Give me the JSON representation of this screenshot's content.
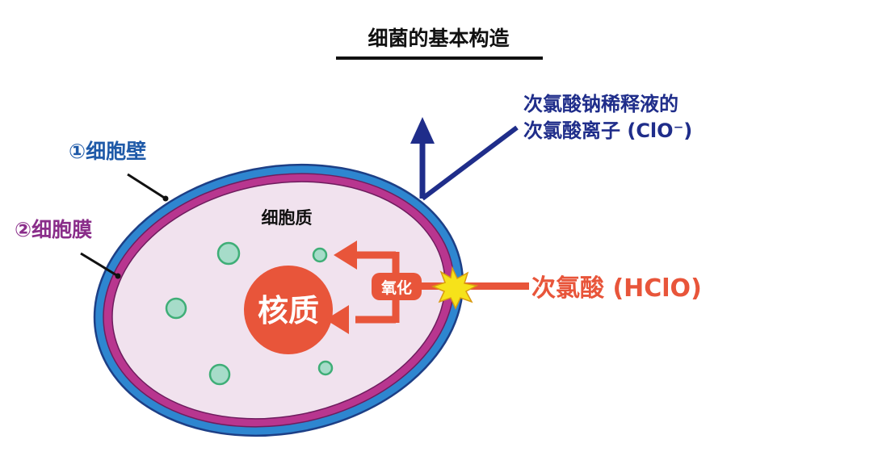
{
  "title": "细菌的基本构造",
  "labels": {
    "cell_wall": "①细胞壁",
    "cell_membrane": "②细胞膜",
    "cytoplasm": "细胞质",
    "nucleus": "核质",
    "oxidation": "氧化",
    "hclo": "次氯酸 (HClO)",
    "clo_line1": "次氯酸钠稀释液的",
    "clo_line2": "次氯酸离子 (ClO⁻)"
  },
  "colors": {
    "cell_wall": "#2e86d0",
    "cell_wall_outline": "#1d3f86",
    "cell_membrane": "#b8368f",
    "cytoplasm": "#f1e2ee",
    "nucleus": "#e8553a",
    "hclo_arrow": "#e8553a",
    "clo_arrow": "#1f2d8a",
    "granule_fill": "#a6dcc9",
    "granule_stroke": "#3fae77",
    "label_wall_text": "#1f5aa8",
    "label_membrane_text": "#8a2e8a",
    "burst": "#f6e21a"
  }
}
